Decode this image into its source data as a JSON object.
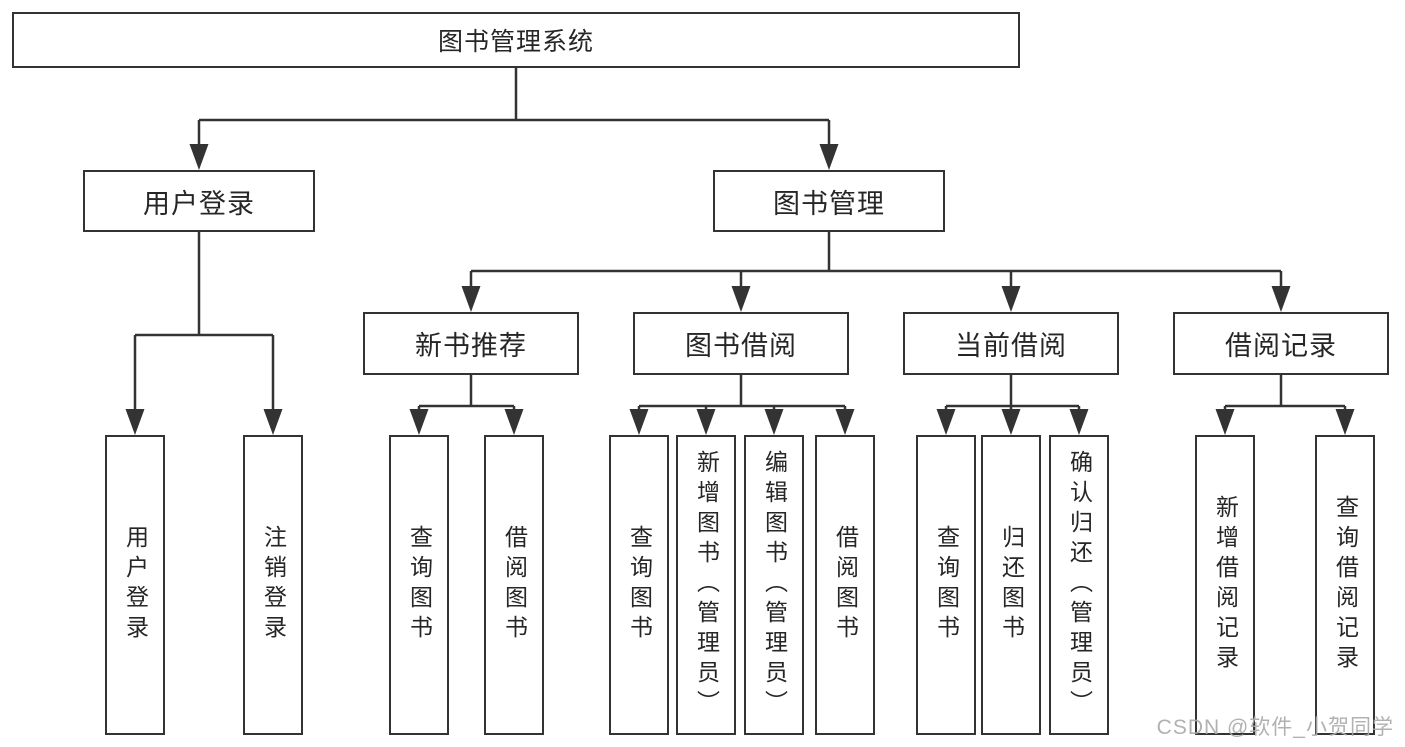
{
  "diagram": {
    "root": {
      "label": "图书管理系统"
    },
    "user_login": {
      "label": "用户登录",
      "children": {
        "login": {
          "label": "用户登录"
        },
        "logout": {
          "label": "注销登录"
        }
      }
    },
    "book_mgmt": {
      "label": "图书管理",
      "children": {
        "new_book_rec": {
          "label": "新书推荐",
          "children": {
            "query_books": {
              "label": "查询图书"
            },
            "borrow_books": {
              "label": "借阅图书"
            }
          }
        },
        "book_borrow": {
          "label": "图书借阅",
          "children": {
            "query_books": {
              "label": "查询图书"
            },
            "add_books": {
              "label": "新增图书（管理员）"
            },
            "edit_books": {
              "label": "编辑图书（管理员）"
            },
            "borrow_books": {
              "label": "借阅图书"
            }
          }
        },
        "current_borrow": {
          "label": "当前借阅",
          "children": {
            "query_books": {
              "label": "查询图书"
            },
            "return_books": {
              "label": "归还图书"
            },
            "confirm_return": {
              "label": "确认归还（管理员）"
            }
          }
        },
        "borrow_records": {
          "label": "借阅记录",
          "children": {
            "add_record": {
              "label": "新增借阅记录"
            },
            "query_record": {
              "label": "查询借阅记录"
            }
          }
        }
      }
    }
  },
  "watermark": {
    "text": "CSDN @软件_小贺同学"
  },
  "colors": {
    "line": "#333333",
    "box_border": "#333333",
    "text": "#262626",
    "watermark_text": "#ababab",
    "background": "#ffffff"
  }
}
